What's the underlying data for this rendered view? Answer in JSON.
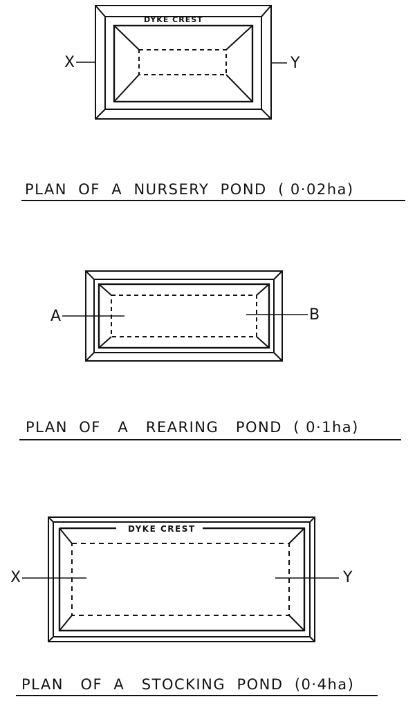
{
  "figures": [
    {
      "id": "nursery",
      "caption": "PLAN  OF  A  NURSERY  POND  ( 0·02ha)",
      "inner_label": "DYKE  CREST",
      "section_left": "X",
      "section_right": "Y"
    },
    {
      "id": "rearing",
      "caption": "PLAN  OF   A   REARING   POND  ( 0·1ha)",
      "section_left": "A",
      "section_right": "B"
    },
    {
      "id": "stocking",
      "caption": "PLAN   OF  A   STOCKING  POND  (0·4ha)",
      "inner_label": "DYKE  CREST",
      "section_left": "X",
      "section_right": "Y"
    }
  ],
  "colors": {
    "ink": "#111111",
    "paper": "#ffffff"
  }
}
